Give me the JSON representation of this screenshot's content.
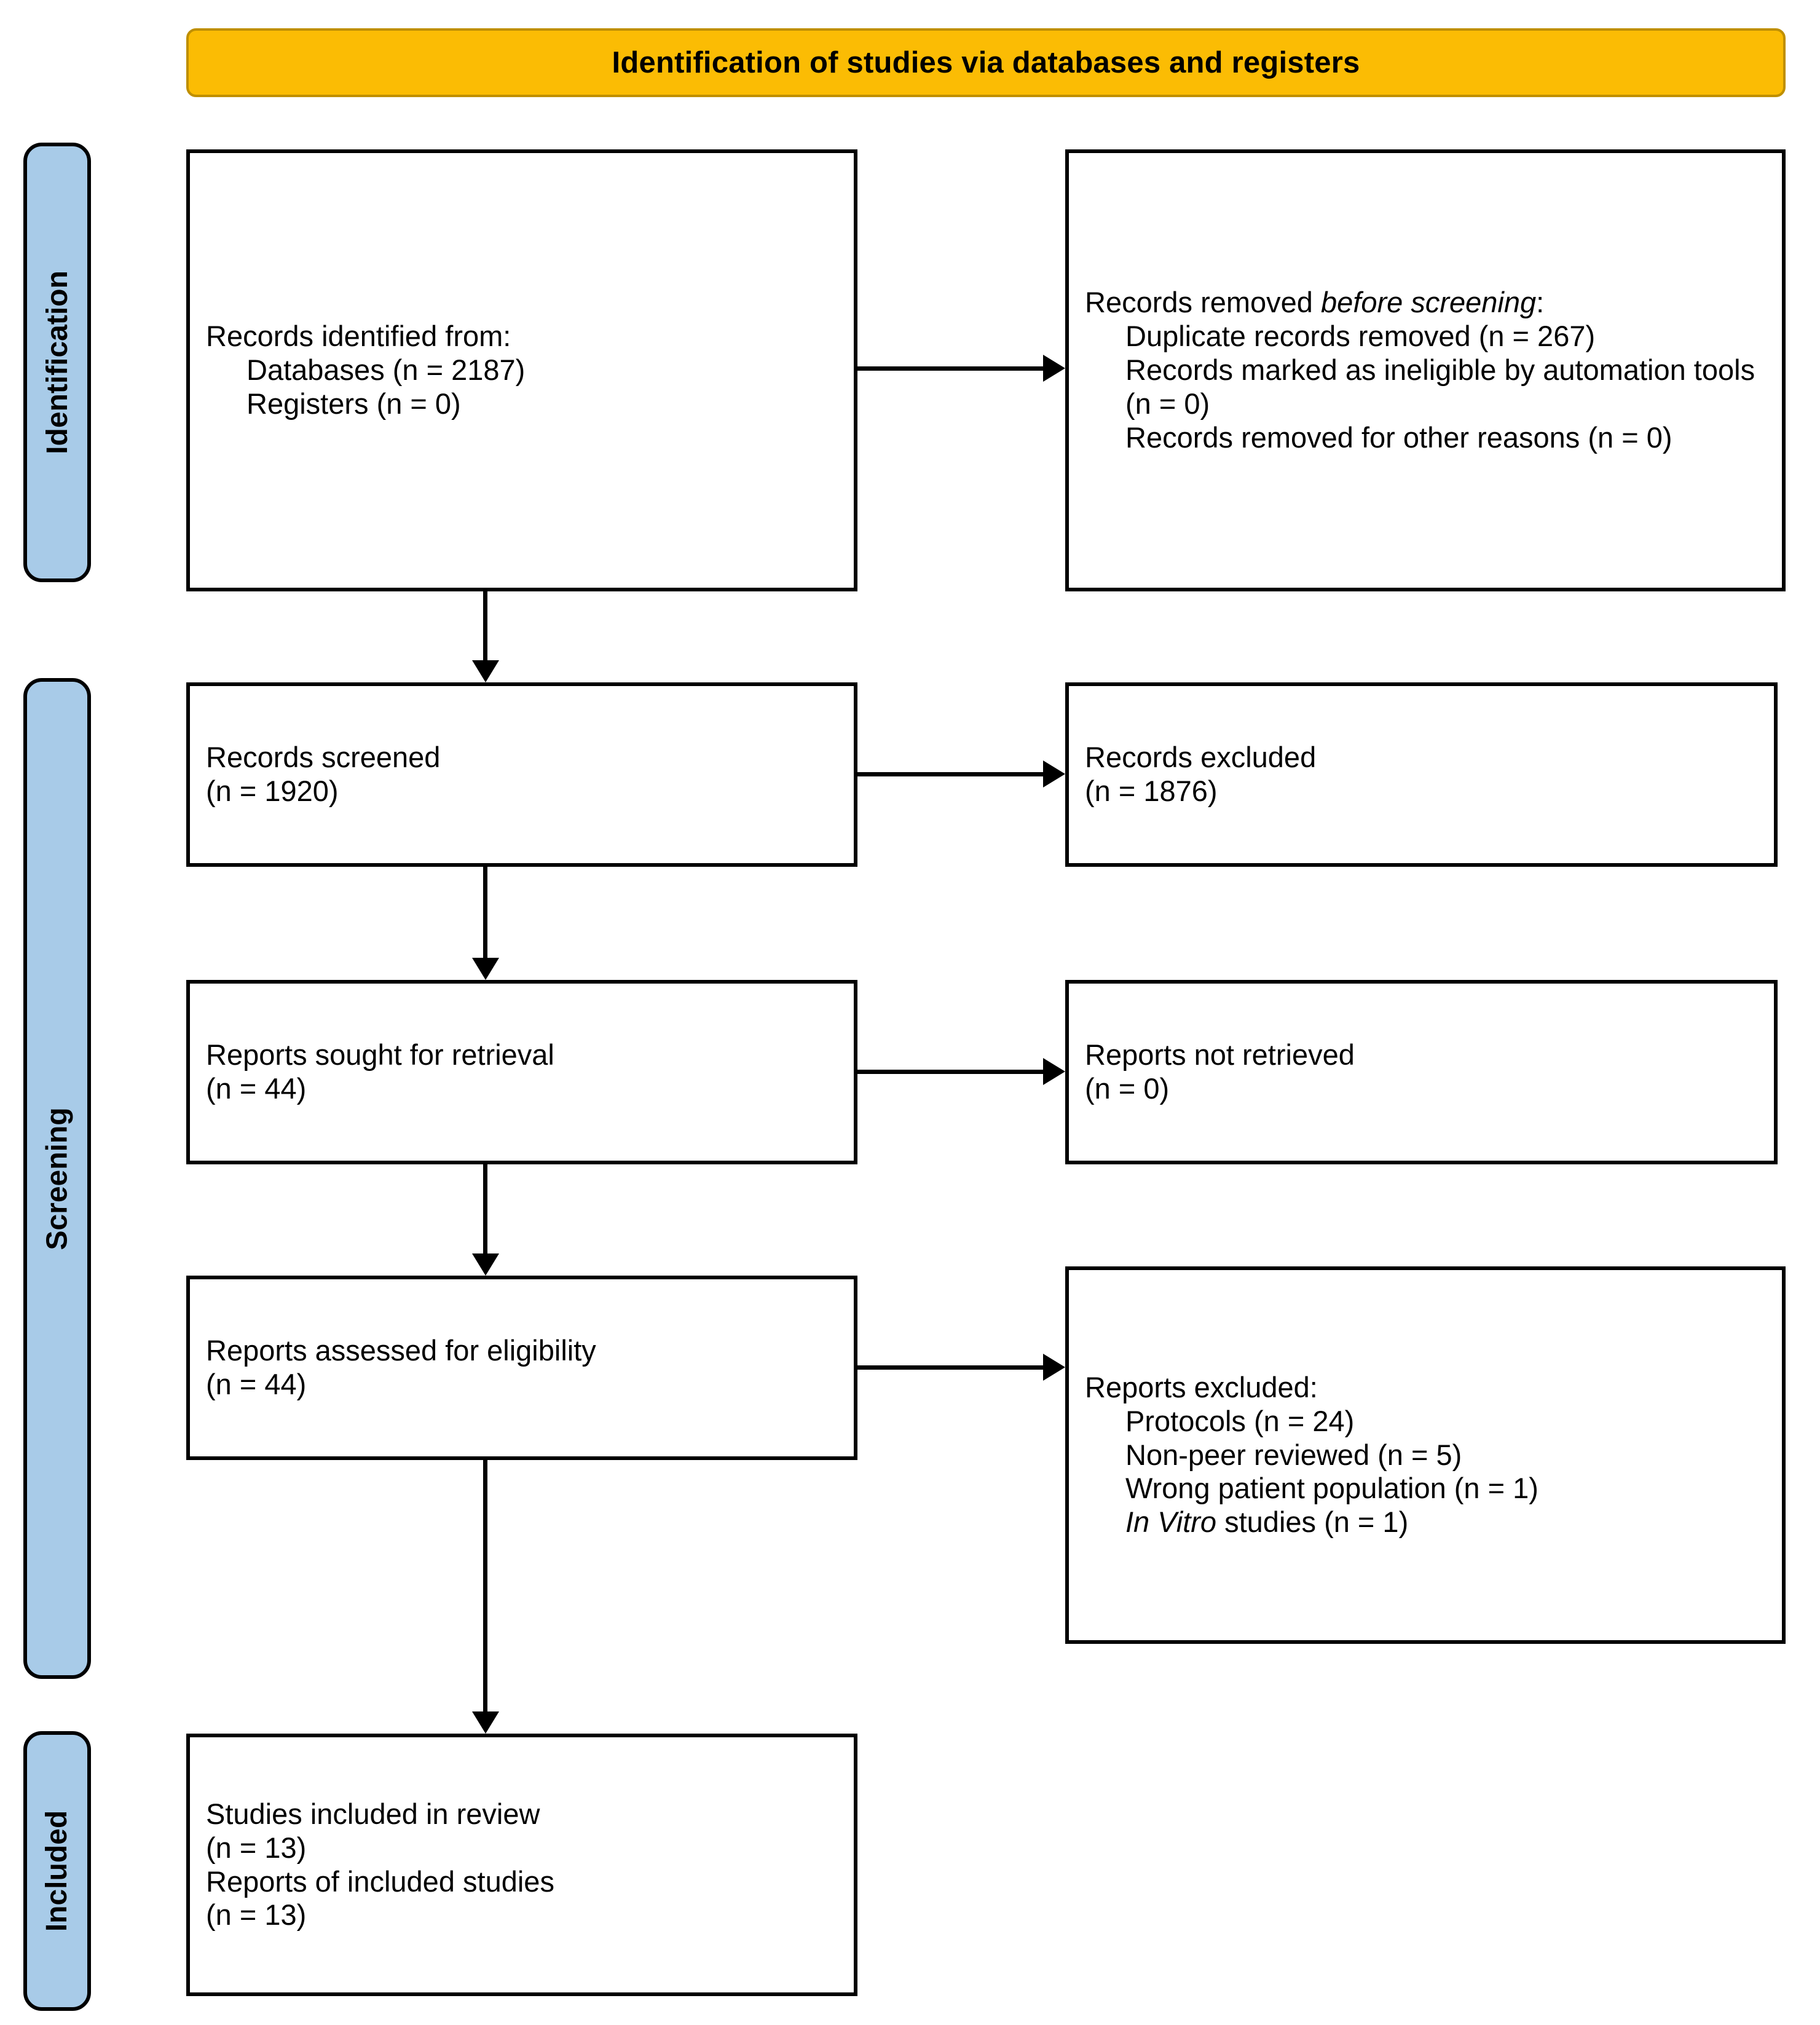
{
  "banner": {
    "title": "Identification of studies via databases and registers"
  },
  "stages": [
    {
      "id": "identification",
      "label": "Identification"
    },
    {
      "id": "screening",
      "label": "Screening"
    },
    {
      "id": "included",
      "label": "Included"
    }
  ],
  "boxes": {
    "identified": {
      "heading": "Records identified from:",
      "line2": "Databases (n = 2187)",
      "line3": "Registers (n = 0)"
    },
    "removed": {
      "heading_plain": "Records removed ",
      "heading_italic": "before screening",
      "heading_tail": ":",
      "line2": "Duplicate records removed (n = 267)",
      "line3": "Records marked as ineligible by automation tools (n = 0)",
      "line4": "Records removed for other reasons (n = 0)"
    },
    "screened": {
      "line1": "Records screened",
      "line2": "(n = 1920)"
    },
    "excluded": {
      "line1": "Records excluded",
      "line2": "(n = 1876)"
    },
    "sought": {
      "line1": "Reports sought for retrieval",
      "line2": "(n = 44)"
    },
    "not_retrieved": {
      "line1": "Reports not retrieved",
      "line2": "(n = 0)"
    },
    "assessed": {
      "line1": "Reports assessed for eligibility",
      "line2": "(n = 44)"
    },
    "reports_excluded": {
      "heading": "Reports excluded:",
      "line2": "Protocols (n = 24)",
      "line3": "Non-peer reviewed (n = 5)",
      "line4": "Wrong patient population (n = 1)",
      "line5_italic": "In Vitro",
      "line5_tail": " studies (n = 1)"
    },
    "included": {
      "line1": "Studies included in review",
      "line2": "(n = 13)",
      "line3": "Reports of included studies",
      "line4": "(n = 13)"
    }
  },
  "colors": {
    "banner_fill": "#FBBC04",
    "banner_border": "#BF8F00",
    "stage_fill": "#A8CBE8",
    "box_border": "#000000",
    "text": "#000000"
  }
}
